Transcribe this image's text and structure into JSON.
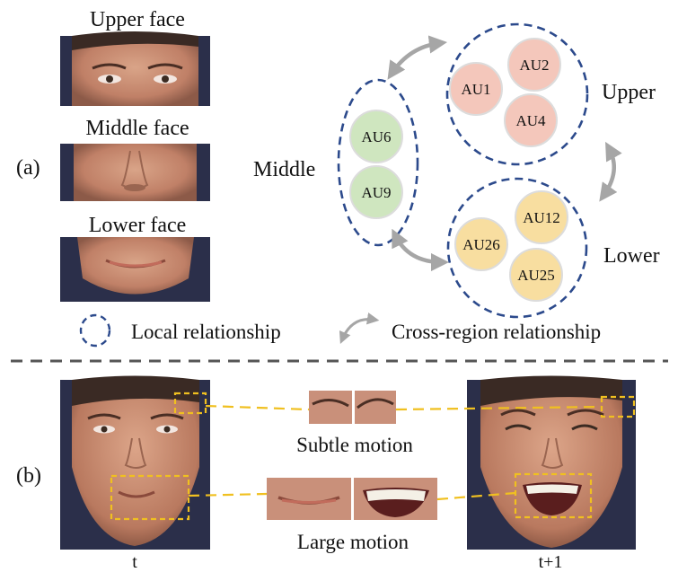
{
  "panel_a": {
    "label": "(a)",
    "face_labels": [
      "Upper face",
      "Middle face",
      "Lower face"
    ],
    "groups": {
      "upper": {
        "name": "Upper",
        "aus": [
          "AU1",
          "AU2",
          "AU4"
        ],
        "fill": "#f4c7bb"
      },
      "middle": {
        "name": "Middle",
        "aus": [
          "AU6",
          "AU9"
        ],
        "fill": "#cfe6bf"
      },
      "lower": {
        "name": "Lower",
        "aus": [
          "AU26",
          "AU12",
          "AU25"
        ],
        "fill": "#f8dea0"
      }
    },
    "legend": {
      "local": "Local relationship",
      "cross": "Cross-region relationship"
    }
  },
  "panel_b": {
    "label": "(b)",
    "subtle": "Subtle motion",
    "large": "Large motion",
    "time_t": "t",
    "time_t1": "t+1"
  },
  "colors": {
    "dashed_circle": "#2c4a8c",
    "arrow": "#a6a6a6",
    "highlight": "#f0c020",
    "separator": "#555555",
    "face_bg": "#2b2f4a",
    "skin": "#c89278"
  }
}
